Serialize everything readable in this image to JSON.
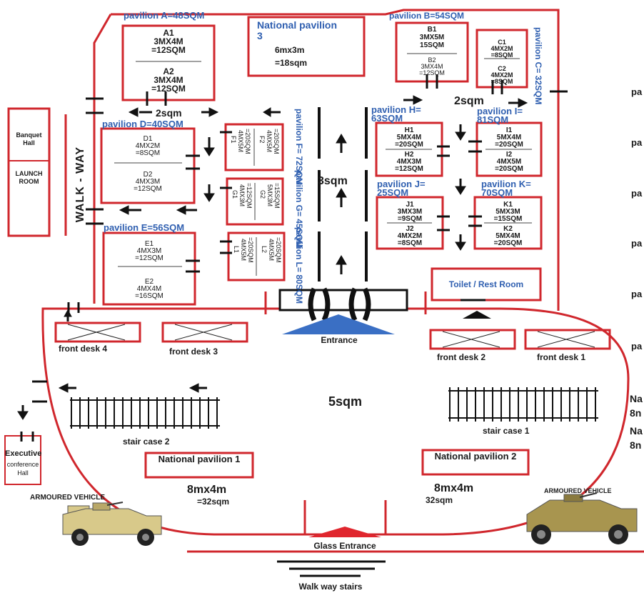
{
  "walkway": "WALK - WAY",
  "side_rooms": {
    "banquet": "Banquet Hall",
    "launch": "LAUNCH ROOM"
  },
  "pavilions": {
    "A": {
      "title": "pavilion A=48SQM",
      "a1": {
        "name": "A1",
        "size": "3MX4M",
        "area": "=12SQM"
      },
      "a2": {
        "name": "A2",
        "size": "3MX4M",
        "area": "=12SQM"
      }
    },
    "B": {
      "title": "pavilion B=54SQM",
      "b1": {
        "name": "B1",
        "size": "3MX5M",
        "area": "15SQM"
      },
      "b2": {
        "name": "B2",
        "size": "3MX4M",
        "area": "=12SQM"
      }
    },
    "C": {
      "title": "pavilion C= 32SQM",
      "c1": {
        "name": "C1",
        "size": "4MX2M",
        "area": "=8SQM"
      },
      "c2": {
        "name": "C2",
        "size": "4MX2M",
        "area": "=8SQM"
      }
    },
    "D": {
      "title": "pavilion D=40SQM",
      "d1": {
        "name": "D1",
        "size": "4MX2M",
        "area": "=8SQM"
      },
      "d2": {
        "name": "D2",
        "size": "4MX3M",
        "area": "=12SQM"
      }
    },
    "E": {
      "title": "pavilion E=56SQM",
      "e1": {
        "name": "E1",
        "size": "4MX3M",
        "area": "=12SQM"
      },
      "e2": {
        "name": "E2",
        "size": "4MX4M",
        "area": "=16SQM"
      }
    },
    "F": {
      "title": "pavilion F= 72SQM",
      "f1": {
        "name": "F1",
        "size": "4MX5M",
        "area": "=20SQM"
      },
      "f2": {
        "name": "F2",
        "size": "4MX5M",
        "area": "=20SQM"
      }
    },
    "G": {
      "title": "pavilion G= 45SQM",
      "g1": {
        "name": "G1",
        "size": "4MX3M",
        "area": "=12SQM"
      },
      "g2": {
        "name": "G2",
        "size": "5MX3M",
        "area": "=15SQM"
      }
    },
    "L": {
      "title": "pavilion L= 80SQM",
      "l1": {
        "name": "L1",
        "size": "4MX5M",
        "area": "=20SQM"
      },
      "l2": {
        "name": "L2",
        "size": "4MX5M",
        "area": "=20SQM"
      }
    },
    "H": {
      "title": "pavilion H= 63SQM",
      "h1": {
        "name": "H1",
        "size": "5MX4M",
        "area": "=20SQM"
      },
      "h2": {
        "name": "H2",
        "size": "4MX3M",
        "area": "=12SQM"
      }
    },
    "I": {
      "title": "pavilion I= 81SQM",
      "i1": {
        "name": "I1",
        "size": "5MX4M",
        "area": "=20SQM"
      },
      "i2": {
        "name": "I2",
        "size": "4MX5M",
        "area": "=20SQM"
      }
    },
    "J": {
      "title": "pavilion J= 25SQM",
      "j1": {
        "name": "J1",
        "size": "3MX3M",
        "area": "=9SQM"
      },
      "j2": {
        "name": "J2",
        "size": "4MX2M",
        "area": "=8SQM"
      }
    },
    "K": {
      "title": "pavilion K= 70SQM",
      "k1": {
        "name": "K1",
        "size": "5MX3M",
        "area": "=15SQM"
      },
      "k2": {
        "name": "K2",
        "size": "5MX4M",
        "area": "=20SQM"
      }
    }
  },
  "national3": {
    "title": "National pavilion 3",
    "dims": "6mx3m",
    "area": "=18sqm"
  },
  "national1": {
    "title": "National pavilion 1",
    "dims": "8mx4m",
    "area": "=32sqm"
  },
  "national2": {
    "title": "National pavilion 2",
    "dims": "8mx4m",
    "area": "32sqm"
  },
  "gaps": {
    "g1": "2sqm",
    "g2": "2sqm",
    "g3": "3sqm",
    "g4": "5sqm"
  },
  "toilet": "Toilet / Rest Room",
  "entrance": "Entrance",
  "front_desks": [
    "front desk 4",
    "front desk 3",
    "front desk 2",
    "front desk 1"
  ],
  "staircases": [
    "stair case 2",
    "stair case 1"
  ],
  "executive": {
    "l1": "Executive",
    "l2": "conference",
    "l3": "Hall"
  },
  "vehicles": [
    "ARMOURED VEHICLE",
    "ARMOURED VEHICLE"
  ],
  "glass_entrance": "Glass Entrance",
  "walk_way_stairs": "Walk way stairs",
  "right_edge": [
    "pa",
    "pa",
    "pa",
    "pa",
    "pa",
    "pa",
    "Na",
    "8n",
    "Na",
    "8n"
  ],
  "colors": {
    "wall": "#d0272d",
    "label_blue": "#2f5fb0",
    "entrance_blue": "#3a6fc4",
    "glass_red": "#e0262e",
    "vehicle": "#d8c98a"
  }
}
